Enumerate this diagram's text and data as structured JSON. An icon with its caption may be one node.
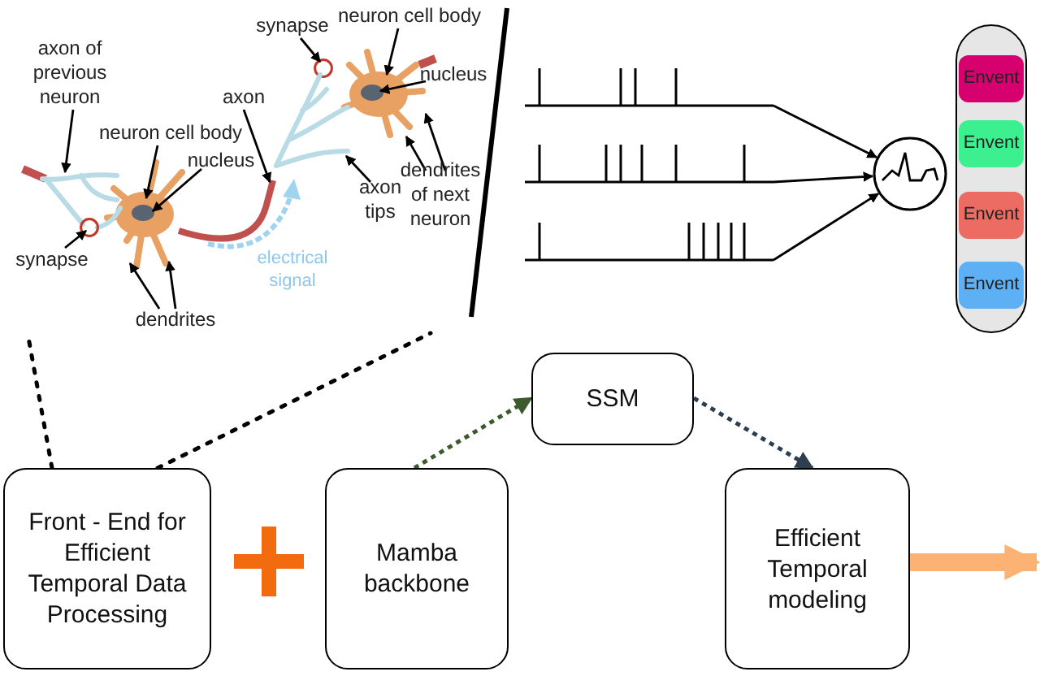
{
  "diagram": {
    "nodes": [
      {
        "text": [
          "synapse"
        ]
      },
      {
        "text": [
          "neuron cell body"
        ]
      },
      {
        "text": [
          "axon of previous neuron"
        ]
      },
      {
        "text": [
          "nucleus"
        ]
      },
      {
        "text": [
          "axon"
        ]
      },
      {
        "text": [
          "neuron cell body"
        ]
      },
      {
        "text": [
          "nucleus"
        ]
      },
      {
        "text": [
          "axon tips"
        ]
      },
      {
        "text": [
          "dendrites of next neuron"
        ]
      },
      {
        "text": [
          "synapse"
        ]
      },
      {
        "text": [
          "dendrites"
        ]
      },
      {
        "text": [],
        "shape": "picture"
      },
      {
        "text": [],
        "shape": "picture"
      },
      {
        "text": [],
        "shape": "picture"
      },
      {
        "text": [],
        "shape": "circle"
      },
      {
        "text": [],
        "shape": "box"
      },
      {
        "text": [
          "Envent"
        ],
        "in": 15
      },
      {
        "text": [
          "Envent"
        ],
        "in": 15
      },
      {
        "text": [
          "Envent"
        ],
        "in": 15
      },
      {
        "text": [
          "Envent"
        ],
        "in": 15
      },
      {
        "text": [
          "Front - End for Efficient Temporal Data Processing"
        ]
      },
      {
        "text": [
          "Mamba backbone"
        ]
      },
      {
        "text": [
          "SSM"
        ]
      },
      {
        "text": [
          "Efficient Temporal modeling"
        ]
      },
      {
        "text": [],
        "shape": "circle"
      },
      {
        "text": [],
        "shape": "cell"
      },
      {
        "text": [],
        "shape": "ellipse",
        "in": 25
      },
      {
        "text": [],
        "shape": "line"
      },
      {
        "text": [],
        "shape": "cell"
      },
      {
        "text": [],
        "shape": "ellipse",
        "in": 28
      },
      {
        "text": [],
        "shape": "branch"
      },
      {
        "text": [],
        "shape": "branch"
      },
      {
        "text": [],
        "shape": "circle",
        "in": 31
      }
    ],
    "edges": [
      {
        "from": 20,
        "to": null,
        "arrow": "none",
        "style": "dashed"
      },
      {
        "from": 20,
        "to": null,
        "arrow": "none",
        "style": "dashed"
      },
      {
        "from": 0,
        "to": 24,
        "arrow": "to"
      },
      {
        "from": 1,
        "to": 25,
        "arrow": "to"
      },
      {
        "from": 2,
        "to": 31,
        "arrow": "to"
      },
      {
        "from": 3,
        "to": 26,
        "arrow": "to"
      },
      {
        "from": 4,
        "to": 27,
        "arrow": "to"
      },
      {
        "from": 5,
        "to": 28,
        "arrow": "to"
      },
      {
        "from": 6,
        "to": 29,
        "arrow": "to"
      },
      {
        "from": 7,
        "to": 30,
        "arrow": "to"
      },
      {
        "from": 8,
        "to": 25,
        "arrow": "to"
      },
      {
        "from": 8,
        "to": 25,
        "arrow": "to"
      },
      {
        "from": 9,
        "to": 32,
        "arrow": "to"
      },
      {
        "from": 10,
        "to": 28,
        "arrow": "to"
      },
      {
        "from": 10,
        "to": 28,
        "arrow": "to"
      },
      {
        "from": 11,
        "to": 14,
        "arrow": "to"
      },
      {
        "from": 12,
        "to": 14,
        "arrow": "to"
      },
      {
        "from": 13,
        "to": 14,
        "arrow": "to"
      },
      {
        "from": 21,
        "to": 22,
        "arrow": "to",
        "style": "dashed",
        "color": "#3d5a2e"
      },
      {
        "from": 22,
        "to": 23,
        "arrow": "to",
        "style": "dashed",
        "color": "#2c3e50"
      },
      {
        "from": 23,
        "to": null,
        "arrow": "to",
        "style": "thick",
        "color": "#fbb273"
      }
    ],
    "labels": [
      "electrical signal"
    ]
  }
}
